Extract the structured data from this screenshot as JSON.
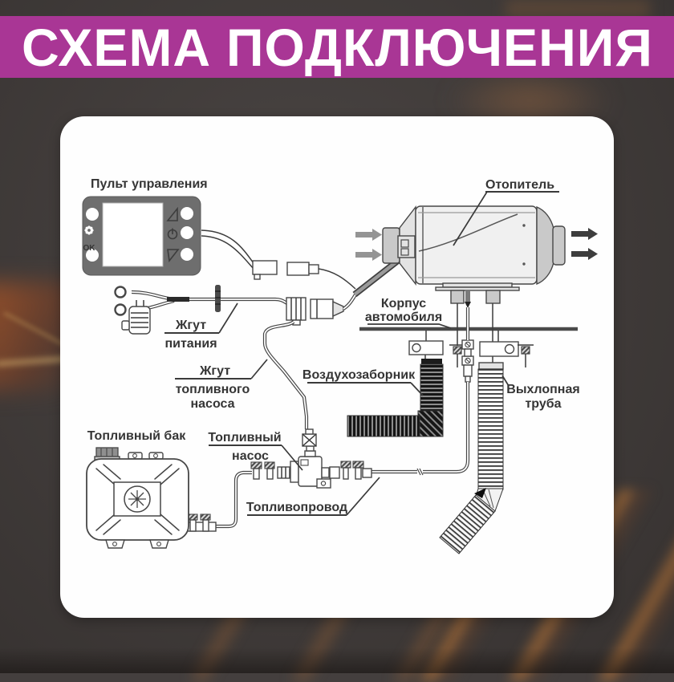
{
  "banner": {
    "title": "СХЕМА ПОДКЛЮЧЕНИЯ",
    "bg_color": "#a93695",
    "text_color": "#ffffff"
  },
  "panel": {
    "label": "Пульт управления",
    "ok_button": "OK",
    "icons": {
      "gear": "gear-icon",
      "up": "triangle-up-icon",
      "power": "power-icon",
      "down": "triangle-down-icon"
    }
  },
  "diagram": {
    "heater": "Отопитель",
    "car_body": [
      "Корпус",
      "автомобиля"
    ],
    "power_harness": [
      "Жгут",
      "питания"
    ],
    "pump_harness": [
      "Жгут",
      "топливного",
      "насоса"
    ],
    "air_intake": "Воздухозаборник",
    "exhaust": [
      "Выхлопная",
      "труба"
    ],
    "fuel_tank": "Топливный бак",
    "fuel_pump": [
      "Топливный",
      "насос"
    ],
    "fuel_line": "Топливопровод"
  },
  "colors": {
    "accent_magenta": "#a93695",
    "line_dark": "#3c3c3c",
    "panel_gray": "#6e6e6e",
    "intake_dark": "#161616",
    "background": "#443f3e"
  }
}
